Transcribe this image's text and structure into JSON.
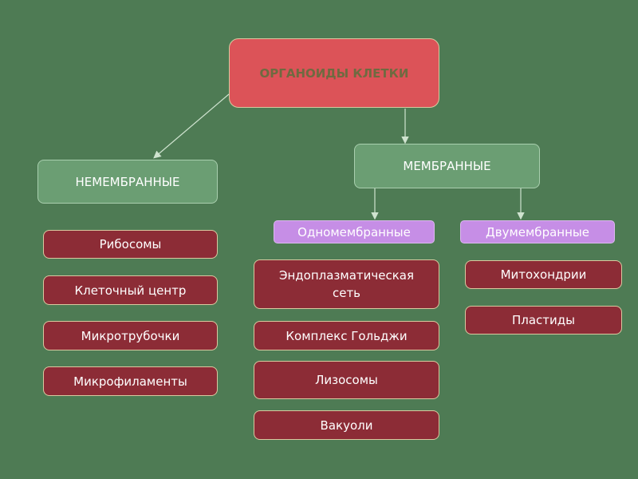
{
  "root": "ОРГАНОИДЫ КЛЕТКИ",
  "nonmembrane": {
    "label": "НЕМЕМБРАННЫЕ",
    "items": [
      "Рибосомы",
      "Клеточный центр",
      "Микротрубочки",
      "Микрофиламенты"
    ]
  },
  "membrane": {
    "label": "МЕМБРАННЫЕ",
    "single": {
      "label": "Одномембранные",
      "items": [
        "Эндоплазматическая сеть",
        "Комплекс Гольджи",
        "Лизосомы",
        "Вакуоли"
      ]
    },
    "double": {
      "label": "Двумембранные",
      "items": [
        "Митохондрии",
        "Пластиды"
      ]
    }
  },
  "colors": {
    "background": "#4e7b54",
    "root": "#dc5358",
    "category": "#6b9e73",
    "subcategory": "#c68ee6",
    "item": "#8c2c36"
  }
}
